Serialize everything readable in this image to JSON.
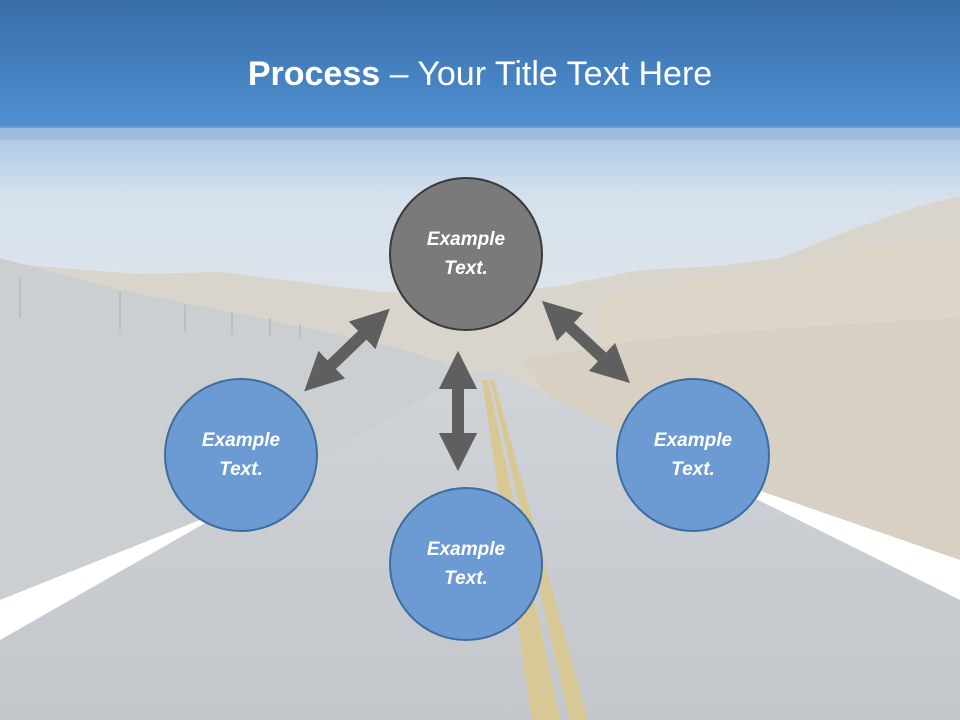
{
  "slide": {
    "title_bold": "Process",
    "title_rest": " – Your Title Text Here"
  },
  "nodes": {
    "center": {
      "line1": "Example",
      "line2": "Text."
    },
    "left": {
      "line1": "Example",
      "line2": "Text."
    },
    "bottom": {
      "line1": "Example",
      "line2": "Text."
    },
    "right": {
      "line1": "Example",
      "line2": "Text."
    }
  },
  "colors": {
    "header_top": "#386da8",
    "header_bottom": "#4f8cd0",
    "center_node": "#7a7a7a",
    "outer_node": "#6b9bd2",
    "arrow": "#5f5f5f"
  }
}
